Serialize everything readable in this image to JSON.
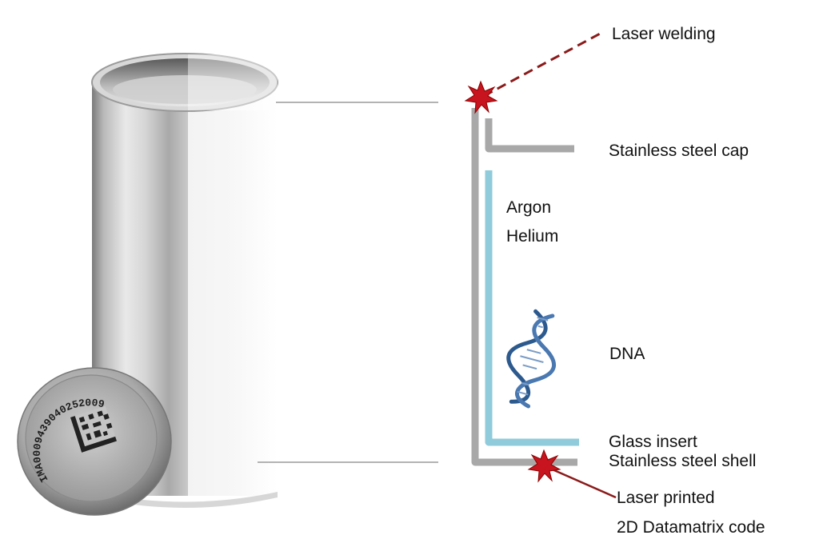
{
  "labels": {
    "laser_welding": "Laser welding",
    "stainless_steel_cap": "Stainless steel cap",
    "argon": "Argon",
    "helium": "Helium",
    "dna": "DNA",
    "glass_insert": "Glass insert",
    "stainless_steel_shell": "Stainless steel shell",
    "laser_printed": "Laser printed",
    "datamatrix_code": "2D Datamatrix code"
  },
  "cap_engraving": "IMA0009439040252009",
  "colors": {
    "steel": "#a8a8a8",
    "glass": "#8fcbdb",
    "laser_mark": "#c8141e",
    "dashed_line": "#8b1a1a",
    "dna": "#2d5a8e"
  }
}
